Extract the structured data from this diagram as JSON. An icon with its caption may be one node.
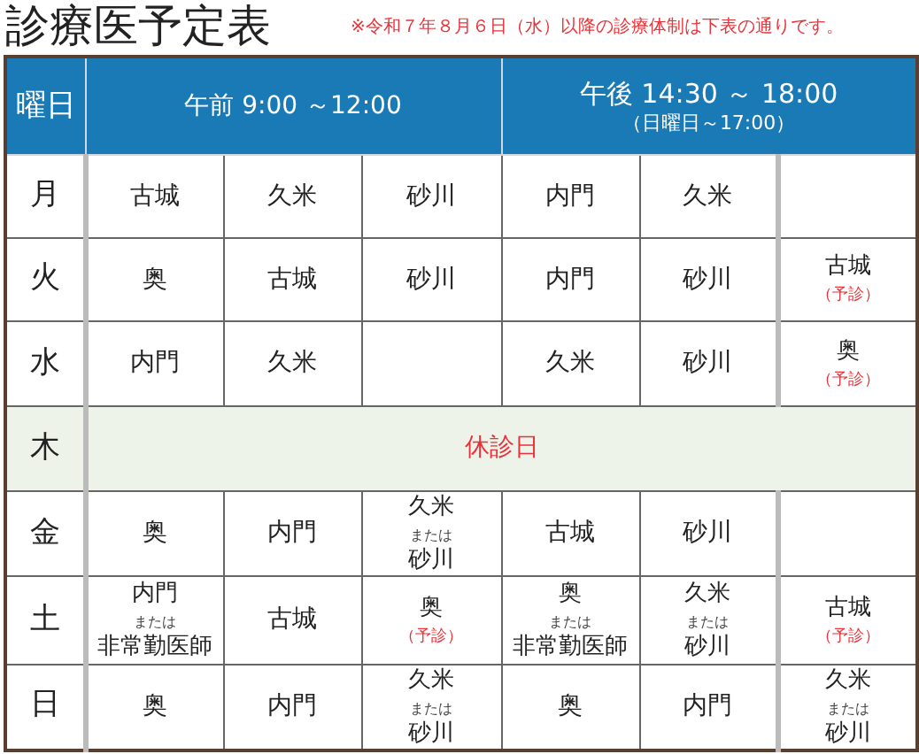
{
  "diagram": {
    "title": "診療医予定表",
    "labels": [
      "※令和７年８月６日（水）以降の診療体制は下表の通りです。",
      "曜日",
      "午前 9:00 ～12:00",
      "午後 14:30 ～ 18:00",
      "（日曜日～17:00）",
      "月",
      "古城",
      "久米",
      "砂川",
      "内門",
      "久米",
      "火",
      "奥",
      "古城",
      "砂川",
      "内門",
      "砂川",
      "古城",
      "（予診）",
      "水",
      "内門",
      "久米",
      "久米",
      "砂川",
      "奥",
      "（予診）",
      "木",
      "休診日",
      "金",
      "奥",
      "内門",
      "久米",
      "または",
      "砂川",
      "古城",
      "砂川",
      "土",
      "内門",
      "または",
      "非常勤医師",
      "古城",
      "奥",
      "（予診）",
      "奥",
      "または",
      "非常勤医師",
      "久米",
      "または",
      "砂川",
      "古城",
      "（予診）",
      "日",
      "奥",
      "内門",
      "久米",
      "または",
      "砂川",
      "奥",
      "内門",
      "久米",
      "または",
      "砂川"
    ]
  }
}
